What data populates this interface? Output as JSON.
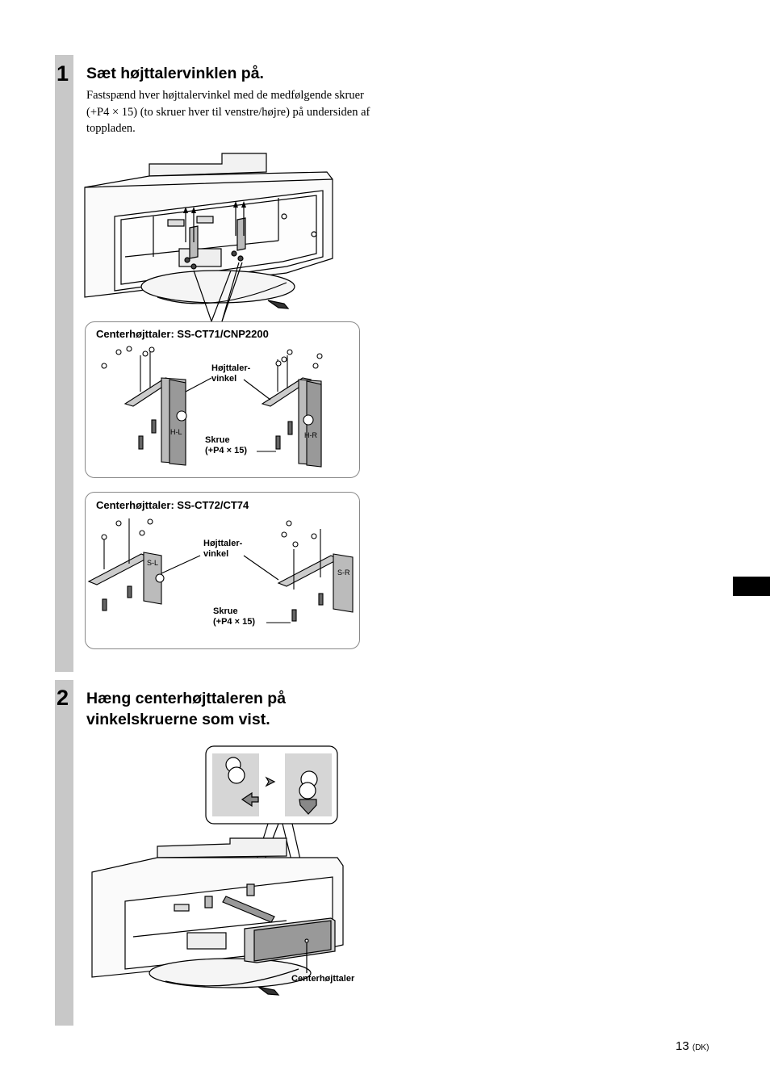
{
  "step1": {
    "number": "1",
    "title": "Sæt højttalervinklen på.",
    "body": "Fastspænd hver højttalervinkel med de medfølgende skruer (+P4 × 15) (to skruer hver til venstre/højre) på undersiden af toppladen."
  },
  "box1": {
    "title": "Centerhøjttaler: SS-CT71/CNP2200",
    "bracket_label_1": "Højttaler-",
    "bracket_label_2": "vinkel",
    "screw_label_1": "Skrue",
    "screw_label_2": "(+P4 × 15)",
    "left_mark": "H-L",
    "right_mark": "H-R"
  },
  "box2": {
    "title": "Centerhøjttaler: SS-CT72/CT74",
    "bracket_label_1": "Højttaler-",
    "bracket_label_2": "vinkel",
    "screw_label_1": "Skrue",
    "screw_label_2": "(+P4 × 15)",
    "left_mark": "S-L",
    "right_mark": "S-R"
  },
  "step2": {
    "number": "2",
    "title_line1": "Hæng centerhøjttaleren på",
    "title_line2": "vinkelskruerne som vist.",
    "speaker_label": "Centerhøjttaler"
  },
  "footer": {
    "page_number": "13",
    "page_suffix": "(DK)"
  }
}
